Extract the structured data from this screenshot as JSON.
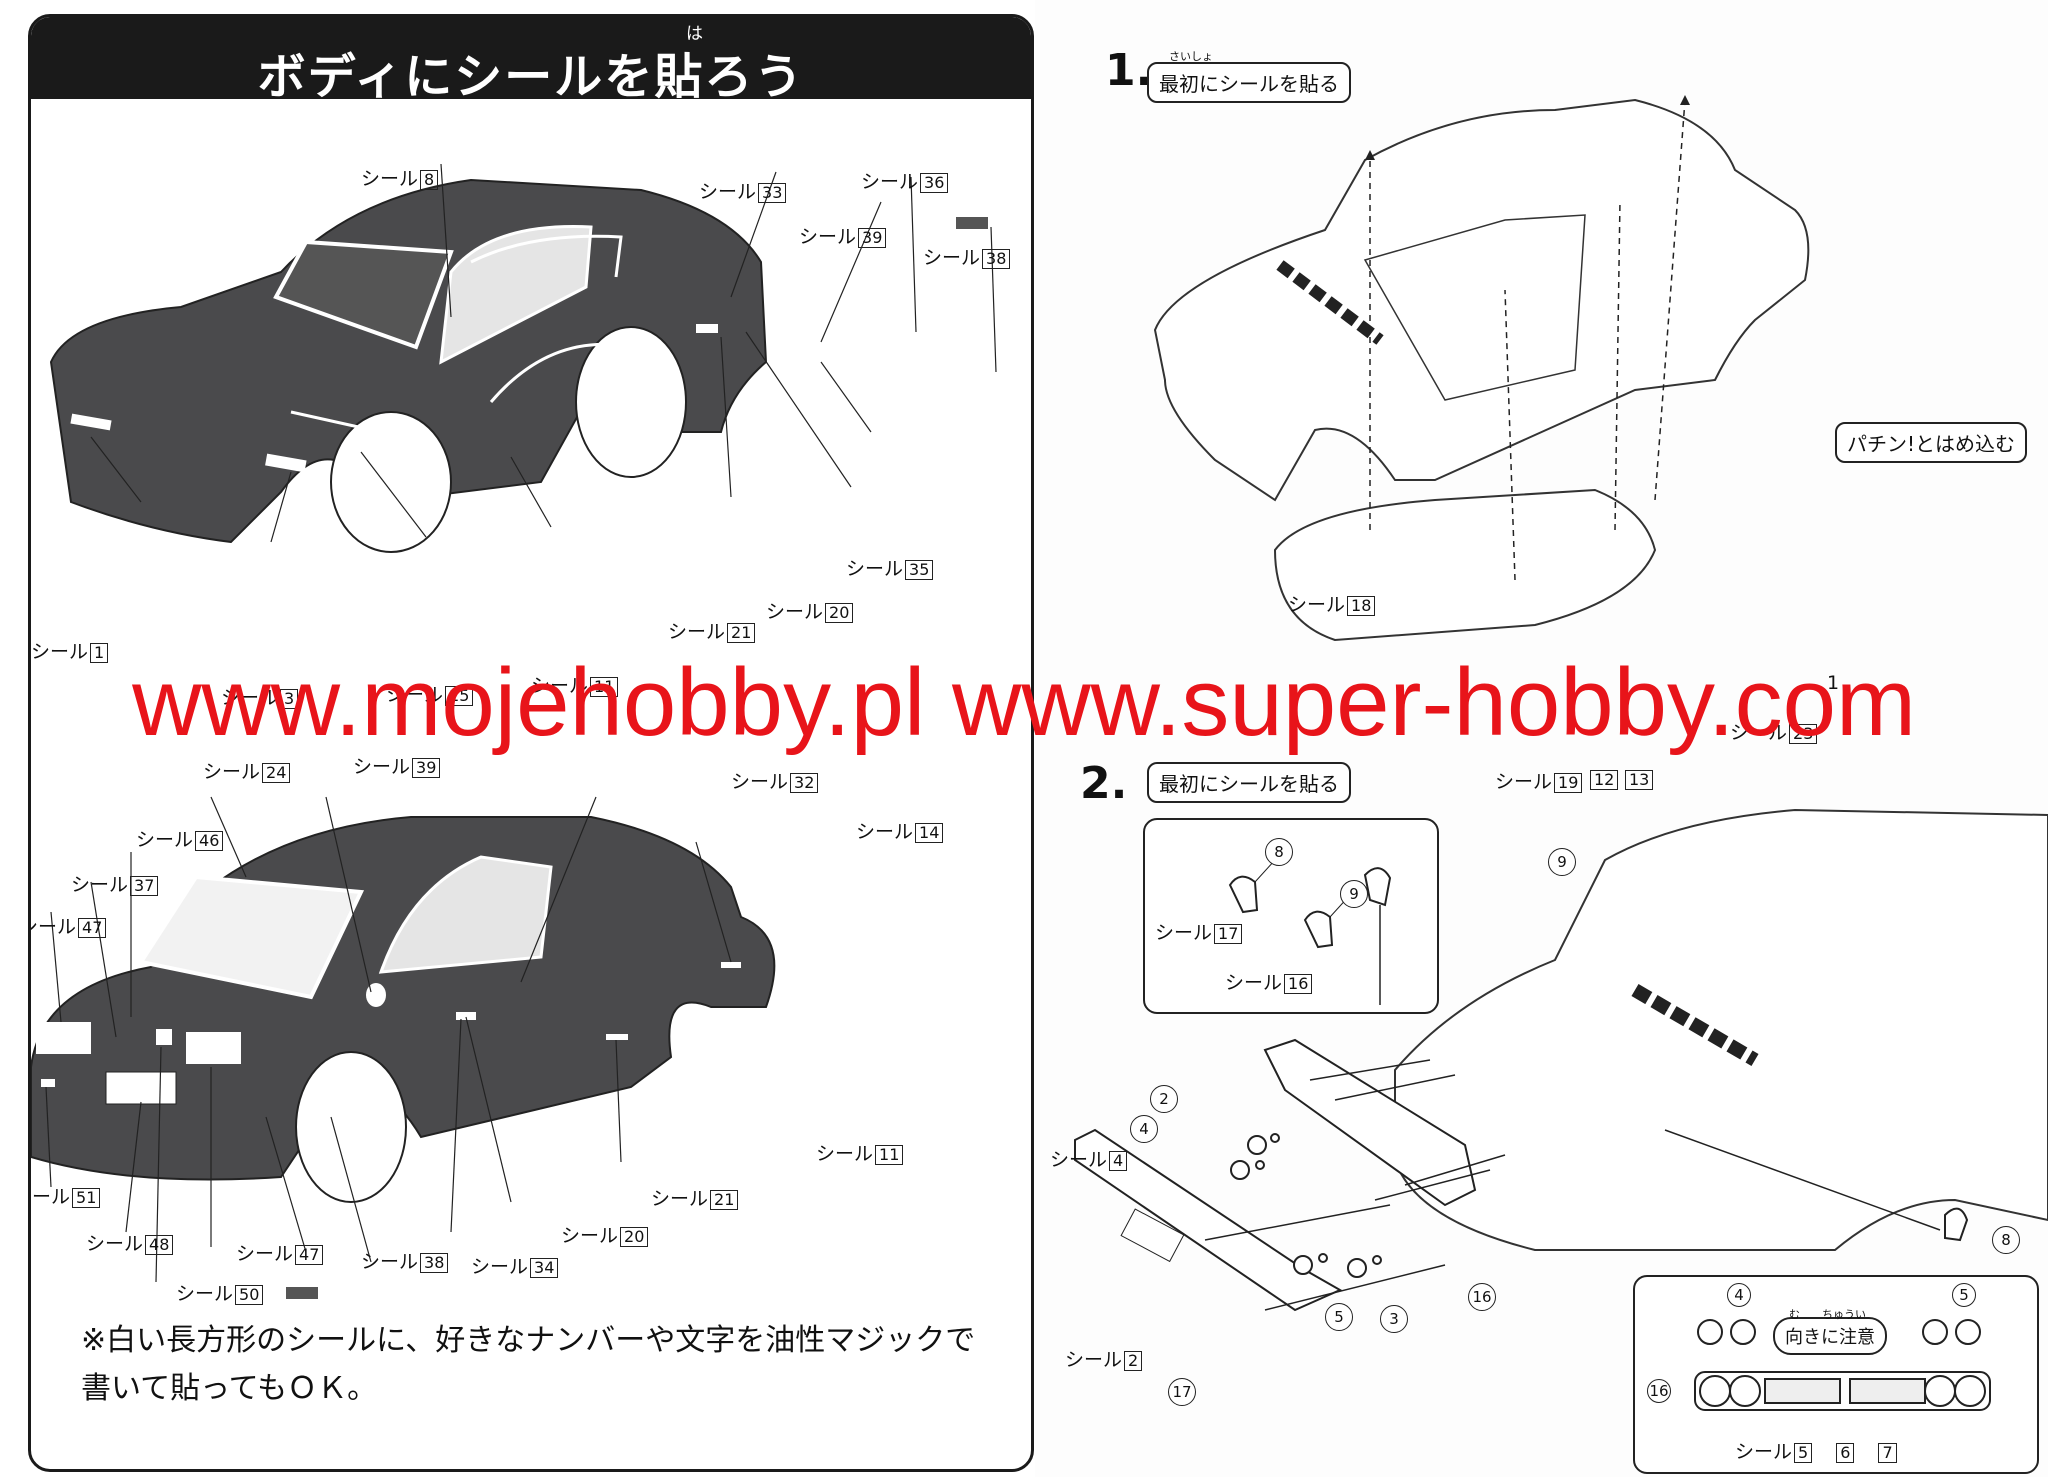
{
  "left_page": {
    "title": "ボディにシールを貼ろう",
    "title_ruby": "は",
    "sticker_word": "シール",
    "top_car_labels": [
      {
        "id": "top-8",
        "num": "8"
      },
      {
        "id": "top-33",
        "num": "33"
      },
      {
        "id": "top-36",
        "num": "36"
      },
      {
        "id": "top-39",
        "num": "39"
      },
      {
        "id": "top-38",
        "num": "38"
      },
      {
        "id": "top-35",
        "num": "35"
      },
      {
        "id": "top-20",
        "num": "20"
      },
      {
        "id": "top-21",
        "num": "21"
      },
      {
        "id": "top-11",
        "num": "11"
      },
      {
        "id": "top-15",
        "num": "15"
      },
      {
        "id": "top-3",
        "num": "3"
      },
      {
        "id": "top-1",
        "num": "1"
      }
    ],
    "bottom_car_labels": [
      {
        "id": "bot-24",
        "num": "24"
      },
      {
        "id": "bot-39",
        "num": "39"
      },
      {
        "id": "bot-32",
        "num": "32"
      },
      {
        "id": "bot-14",
        "num": "14"
      },
      {
        "id": "bot-46",
        "num": "46"
      },
      {
        "id": "bot-37",
        "num": "37"
      },
      {
        "id": "bot-47a",
        "num": "47"
      },
      {
        "id": "bot-51",
        "num": "51"
      },
      {
        "id": "bot-48",
        "num": "48"
      },
      {
        "id": "bot-50",
        "num": "50"
      },
      {
        "id": "bot-47b",
        "num": "47"
      },
      {
        "id": "bot-38",
        "num": "38"
      },
      {
        "id": "bot-34",
        "num": "34"
      },
      {
        "id": "bot-20",
        "num": "20"
      },
      {
        "id": "bot-21",
        "num": "21"
      },
      {
        "id": "bot-11",
        "num": "11"
      }
    ],
    "note_line1": "※白い長方形のシールに、好きなナンバーや文字を油性マジックで",
    "note_line2": "書いて貼ってもＯＫ。"
  },
  "right_page": {
    "step1_number": "1.",
    "step1_label": "最初にシールを貼る",
    "step1_ruby": "さいしょ",
    "snap_in_label": "パチン!とはめ込む",
    "step1_labels": [
      {
        "id": "s1-18",
        "num": "18"
      },
      {
        "id": "s1-23",
        "num": "23"
      },
      {
        "id": "s1-19",
        "num": "19"
      },
      {
        "id": "s1-12",
        "num": "12"
      },
      {
        "id": "s1-13",
        "num": "13"
      },
      {
        "id": "s1-1",
        "num": "1"
      }
    ],
    "step2_number": "2.",
    "step2_label": "最初にシールを貼る",
    "inset_labels": [
      {
        "id": "in-17",
        "num": "17"
      },
      {
        "id": "in-16",
        "num": "16"
      }
    ],
    "step2_labels": [
      {
        "id": "s2-4",
        "num": "4"
      },
      {
        "id": "s2-2",
        "num": "2"
      }
    ],
    "orientation_label": "向きに注意",
    "orientation_ruby": "む　　ちゅうい",
    "bottom_inset_labels": [
      "5",
      "6",
      "7"
    ],
    "circled_numbers": [
      "8",
      "9",
      "8",
      "9",
      "2",
      "4",
      "5",
      "3",
      "16",
      "17",
      "4",
      "5",
      "16"
    ]
  },
  "watermark": "www.mojehobby.pl www.super-hobby.com"
}
